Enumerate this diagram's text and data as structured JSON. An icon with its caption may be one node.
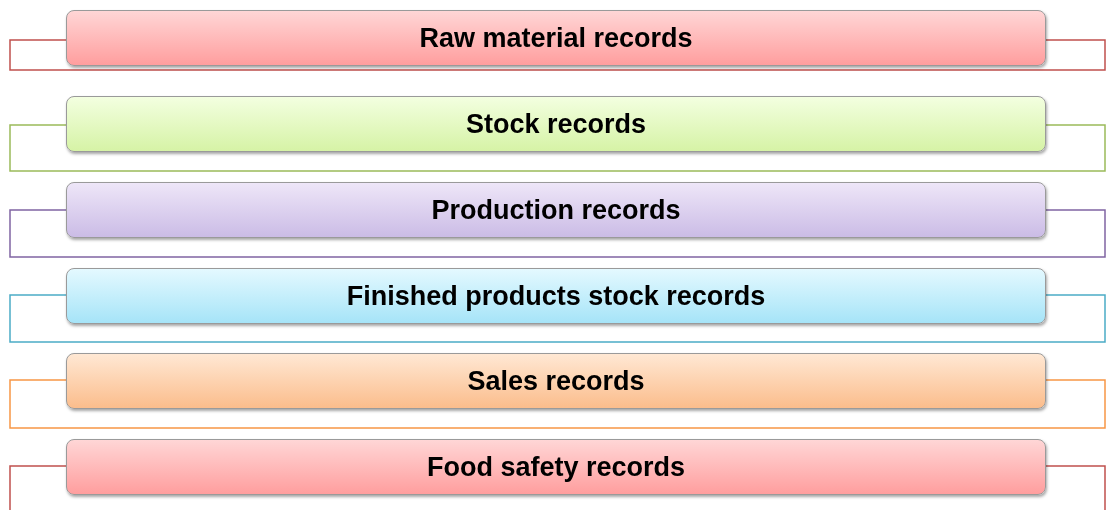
{
  "diagram": {
    "nodes": [
      {
        "text": [
          "Raw material records"
        ]
      },
      {
        "text": [
          "Stock records"
        ]
      },
      {
        "text": [
          "Production records"
        ]
      },
      {
        "text": [
          "Finished products stock records"
        ]
      },
      {
        "text": [
          "Sales records"
        ]
      },
      {
        "text": [
          "Food safety records"
        ]
      }
    ]
  }
}
